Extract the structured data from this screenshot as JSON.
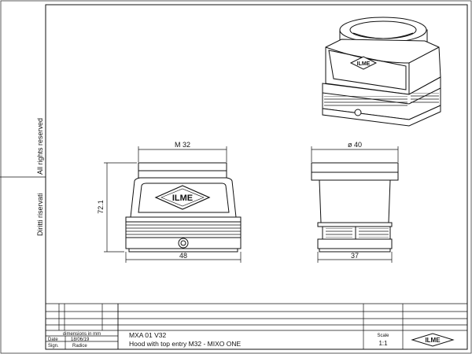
{
  "side_notes": {
    "all_rights": "All rights reserved",
    "diritti": "Diritti riservati"
  },
  "dims": {
    "front_top": "M 32",
    "front_height": "72.1",
    "front_width": "48",
    "side_top": "ø 40",
    "side_width": "37"
  },
  "logo_text": "ILME",
  "title_block": {
    "units": "dimensions in mm",
    "date_label": "Date",
    "date_value": "18/06/19",
    "sign_label": "Sign.",
    "sign_value": "Radice",
    "code": "MXA 01 V32",
    "description": "Hood with top entry M32 - MIXO ONE",
    "scale_label": "Scale",
    "scale_value": "1:1"
  }
}
